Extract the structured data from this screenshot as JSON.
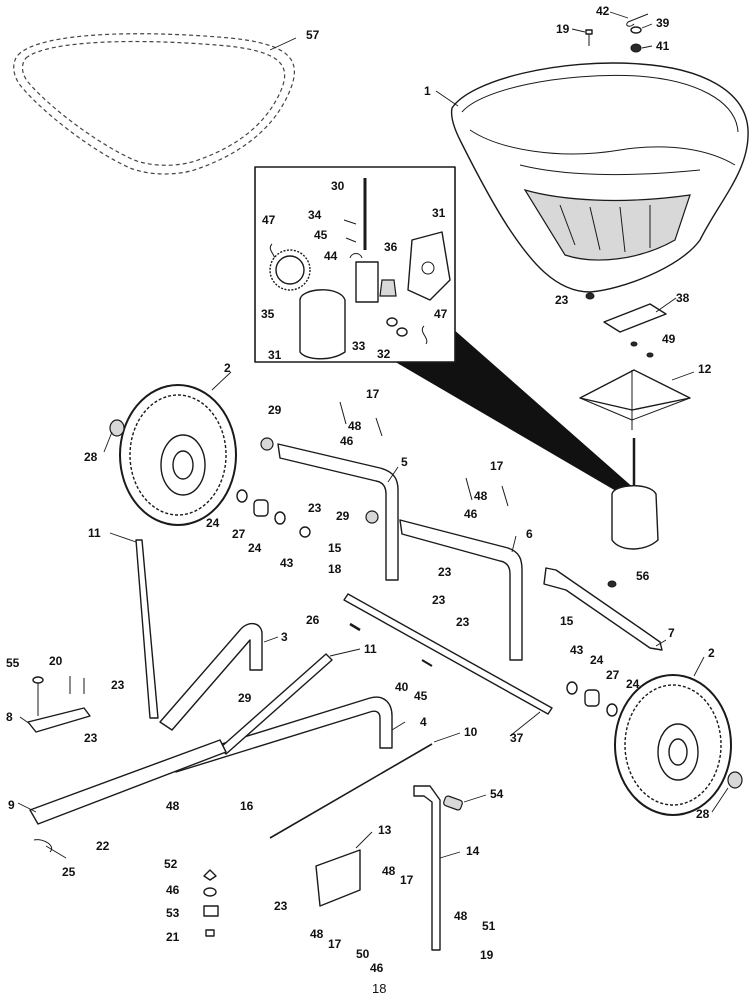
{
  "diagram": {
    "page_number": "18",
    "callouts": {
      "c57": "57",
      "c42": "42",
      "c19a": "19",
      "c39": "39",
      "c41": "41",
      "c1": "1",
      "c30": "30",
      "c47a": "47",
      "c34": "34",
      "c31a": "31",
      "c45a": "45",
      "c36": "36",
      "c44": "44",
      "c35": "35",
      "c31b": "31",
      "c33": "33",
      "c32": "32",
      "c47b": "47",
      "c23a": "23",
      "c38": "38",
      "c49": "49",
      "c12": "12",
      "c2a": "2",
      "c28a": "28",
      "c29a": "29",
      "c17a": "17",
      "c48a": "48",
      "c46a": "46",
      "c5": "5",
      "c17b": "17",
      "c48b": "48",
      "c46b": "46",
      "c23b": "23",
      "c24a": "24",
      "c27a": "27",
      "c24b": "24",
      "c43a": "43",
      "c29b": "29",
      "c15a": "15",
      "c18": "18",
      "c23c": "23",
      "c23d": "23",
      "c6": "6",
      "c11a": "11",
      "c56": "56",
      "c7": "7",
      "c26": "26",
      "c3": "3",
      "c11b": "11",
      "c23e": "23",
      "c15b": "15",
      "c43b": "43",
      "c24c": "24",
      "c27b": "27",
      "c24d": "24",
      "c2b": "2",
      "c55": "55",
      "c20": "20",
      "c23f": "23",
      "c8": "8",
      "c29c": "29",
      "c40": "40",
      "c45b": "45",
      "c23g": "23",
      "c4": "4",
      "c10": "10",
      "c37": "37",
      "c16": "16",
      "c9": "9",
      "c48c": "48",
      "c54": "54",
      "c28b": "28",
      "c22": "22",
      "c25": "25",
      "c13": "13",
      "c14": "14",
      "c52": "52",
      "c46c": "46",
      "c48d": "48",
      "c17c": "17",
      "c23h": "23",
      "c53": "53",
      "c48e": "48",
      "c17d": "17",
      "c50": "50",
      "c46d": "46",
      "c51": "51",
      "c19b": "19",
      "c21": "21",
      "c48f": "48"
    }
  }
}
